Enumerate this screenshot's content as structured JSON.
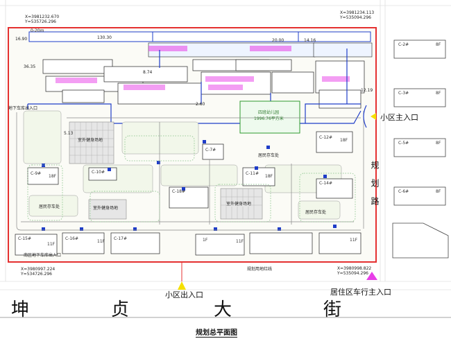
{
  "title": "规划总平面图",
  "street": [
    "坤",
    "贞",
    "大",
    "街"
  ],
  "road_name": "规划路",
  "entrances": {
    "main_right": "小区主入口",
    "bottom_exit": "小区出入口",
    "vehicle_main": "居住区车行主入口"
  },
  "corner_coords": {
    "top_left": [
      "X=3981232.670",
      "Y=535726.296"
    ],
    "top_right": [
      "X=3981234.113",
      "Y=535094.296"
    ],
    "bottom_left": [
      "X=3980997.224",
      "Y=534726.296"
    ],
    "bottom_right": [
      "X=3980998.822",
      "Y=535094.296"
    ]
  },
  "site_notes": {
    "boundary_line": "规划用地红线",
    "underground_entry": "地下车库出入口",
    "south_entry": "南区地下车库出入口",
    "north_dim": "0-20m"
  },
  "labels": {
    "fitness_1": "室外健身场地",
    "fitness_2": "室外健身场地",
    "fitness_3": "室外健身场地",
    "kindergarten": "四班幼儿园",
    "kindergarten_area": "1996.76平方米",
    "storage_1": "居民存车处",
    "storage_2": "居民存车处",
    "storage_3": "居民存车处"
  },
  "dimensions": [
    "16.90",
    "130.30",
    "20.00",
    "14.16",
    "36.35",
    "12.19",
    "2.60",
    "8.74",
    "5.13"
  ],
  "buildings": [
    "C-2#",
    "C-3#",
    "C-5#",
    "C-6#",
    "C-7#",
    "C-9#",
    "C-10#",
    "C-11#",
    "C-12#",
    "C-14#",
    "C-15#",
    "C-16#",
    "C-17#",
    "C-18#",
    "18F",
    "18F",
    "18F",
    "11F",
    "11F",
    "11F",
    "11F",
    "1F",
    "8F",
    "8F",
    "8F",
    "8F"
  ]
}
